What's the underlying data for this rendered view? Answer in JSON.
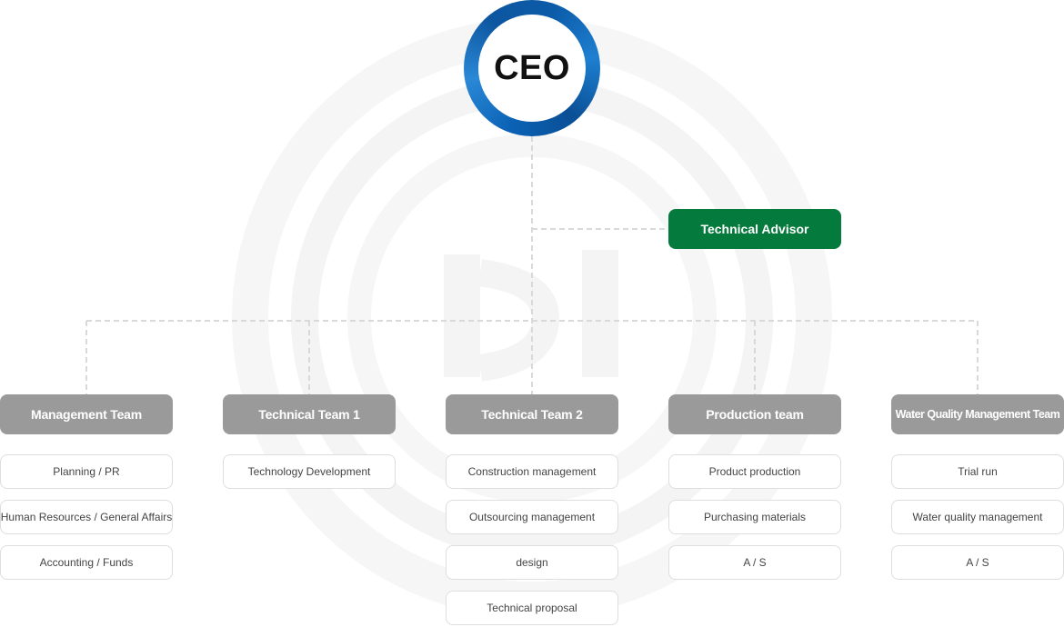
{
  "ceo": {
    "label": "CEO"
  },
  "advisor": {
    "label": "Technical Advisor"
  },
  "teams": [
    {
      "name": "Management Team",
      "tasks": [
        "Planning / PR",
        "Human Resources / General Affairs",
        "Accounting / Funds"
      ]
    },
    {
      "name": "Technical Team 1",
      "tasks": [
        "Technology Development"
      ]
    },
    {
      "name": "Technical Team 2",
      "tasks": [
        "Construction management",
        "Outsourcing management",
        "design",
        "Technical proposal"
      ]
    },
    {
      "name": "Production team",
      "tasks": [
        "Product production",
        "Purchasing materials",
        "A / S"
      ]
    },
    {
      "name": "Water Quality Management Team",
      "tasks": [
        "Trial run",
        "Water quality management",
        "A / S"
      ]
    }
  ],
  "colors": {
    "ceo_ring": "#0b5ba8",
    "advisor_fill": "#057a3d",
    "team_fill": "#9a9a9a",
    "connector": "#d9d9d9"
  }
}
